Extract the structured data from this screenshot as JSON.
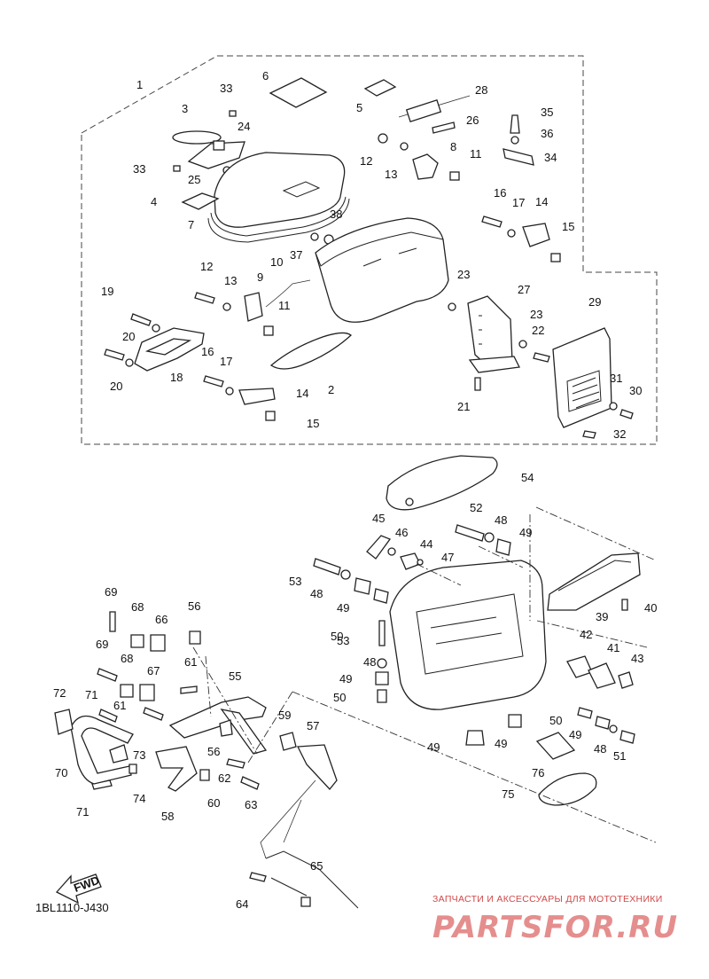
{
  "diagram": {
    "catalog_code": "1BL1110-J430",
    "fwd_label": "FWD",
    "watermark": {
      "text": "ЗАПЧАСТИ И АКСЕССУАРЫ ДЛЯ МОТОТЕХНИКИ",
      "logo": "PARTSFOR.RU"
    },
    "callouts": [
      {
        "label": "1"
      },
      {
        "label": "2"
      },
      {
        "label": "3"
      },
      {
        "label": "4"
      },
      {
        "label": "5"
      },
      {
        "label": "6"
      },
      {
        "label": "7"
      },
      {
        "label": "8"
      },
      {
        "label": "9"
      },
      {
        "label": "10"
      },
      {
        "label": "11"
      },
      {
        "label": "11"
      },
      {
        "label": "12"
      },
      {
        "label": "12"
      },
      {
        "label": "13"
      },
      {
        "label": "13"
      },
      {
        "label": "14"
      },
      {
        "label": "14"
      },
      {
        "label": "15"
      },
      {
        "label": "15"
      },
      {
        "label": "16"
      },
      {
        "label": "16"
      },
      {
        "label": "17"
      },
      {
        "label": "17"
      },
      {
        "label": "18"
      },
      {
        "label": "19"
      },
      {
        "label": "20"
      },
      {
        "label": "20"
      },
      {
        "label": "21"
      },
      {
        "label": "22"
      },
      {
        "label": "23"
      },
      {
        "label": "23"
      },
      {
        "label": "24"
      },
      {
        "label": "25"
      },
      {
        "label": "26"
      },
      {
        "label": "27"
      },
      {
        "label": "28"
      },
      {
        "label": "29"
      },
      {
        "label": "30"
      },
      {
        "label": "31"
      },
      {
        "label": "32"
      },
      {
        "label": "33"
      },
      {
        "label": "33"
      },
      {
        "label": "34"
      },
      {
        "label": "35"
      },
      {
        "label": "36"
      },
      {
        "label": "37"
      },
      {
        "label": "38"
      },
      {
        "label": "39"
      },
      {
        "label": "40"
      },
      {
        "label": "41"
      },
      {
        "label": "42"
      },
      {
        "label": "43"
      },
      {
        "label": "44"
      },
      {
        "label": "45"
      },
      {
        "label": "46"
      },
      {
        "label": "47"
      },
      {
        "label": "48"
      },
      {
        "label": "48"
      },
      {
        "label": "48"
      },
      {
        "label": "48"
      },
      {
        "label": "49"
      },
      {
        "label": "49"
      },
      {
        "label": "49"
      },
      {
        "label": "49"
      },
      {
        "label": "49"
      },
      {
        "label": "49"
      },
      {
        "label": "50"
      },
      {
        "label": "50"
      },
      {
        "label": "50"
      },
      {
        "label": "51"
      },
      {
        "label": "52"
      },
      {
        "label": "53"
      },
      {
        "label": "53"
      },
      {
        "label": "54"
      },
      {
        "label": "55"
      },
      {
        "label": "56"
      },
      {
        "label": "56"
      },
      {
        "label": "57"
      },
      {
        "label": "58"
      },
      {
        "label": "59"
      },
      {
        "label": "60"
      },
      {
        "label": "61"
      },
      {
        "label": "61"
      },
      {
        "label": "62"
      },
      {
        "label": "63"
      },
      {
        "label": "64"
      },
      {
        "label": "65"
      },
      {
        "label": "66"
      },
      {
        "label": "67"
      },
      {
        "label": "68"
      },
      {
        "label": "68"
      },
      {
        "label": "69"
      },
      {
        "label": "69"
      },
      {
        "label": "70"
      },
      {
        "label": "71"
      },
      {
        "label": "71"
      },
      {
        "label": "72"
      },
      {
        "label": "73"
      },
      {
        "label": "74"
      },
      {
        "label": "75"
      },
      {
        "label": "76"
      }
    ]
  }
}
